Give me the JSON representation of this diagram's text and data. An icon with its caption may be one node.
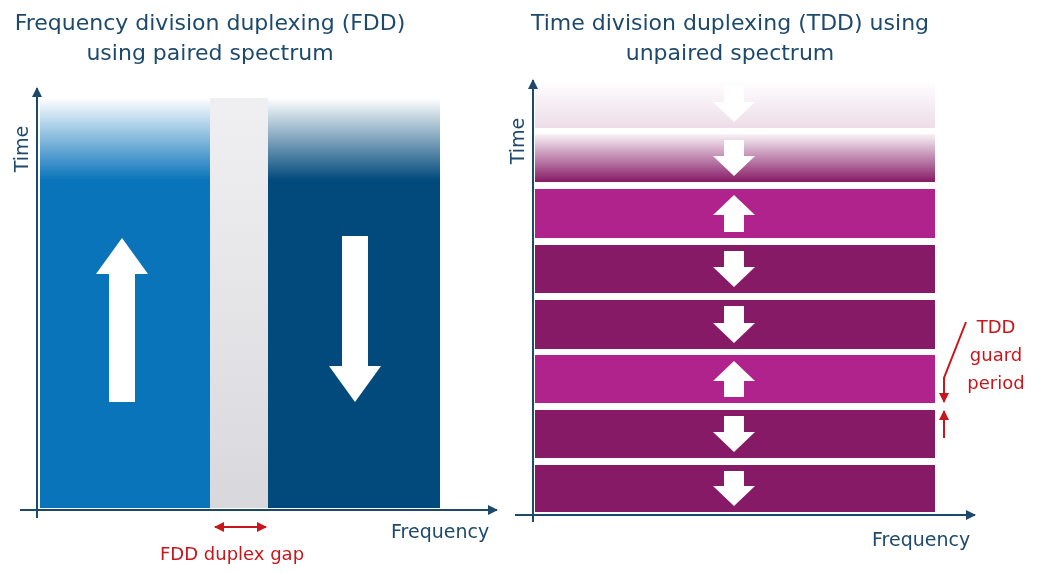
{
  "diagram": {
    "labels": [
      "Frequency division duplexing (FDD) using paired spectrum",
      "Time division duplexing (TDD) using unpaired spectrum",
      "Time",
      "Frequency",
      "FDD duplex gap",
      "Time",
      "TDD guard period",
      "Frequency"
    ]
  }
}
